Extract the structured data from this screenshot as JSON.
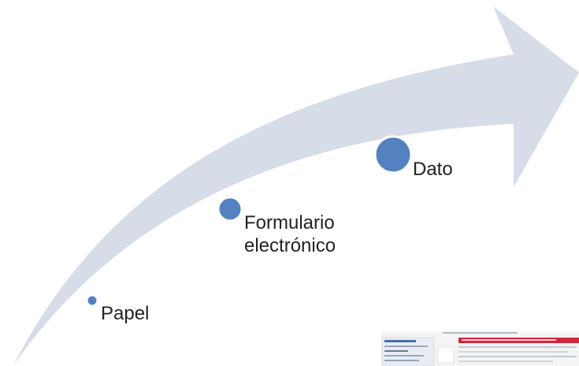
{
  "colors": {
    "arrow": "#d6dce8",
    "dot": "#5482c0",
    "dot_ring": "#ffffff",
    "text": "#222222",
    "thumbnail_accent": "#d0283e"
  },
  "stages": [
    {
      "label": "Papel"
    },
    {
      "label": "Formulario\nelectrónico"
    },
    {
      "label": "Dato"
    }
  ],
  "thumbnail": {
    "description_icon": "document-screenshot"
  }
}
